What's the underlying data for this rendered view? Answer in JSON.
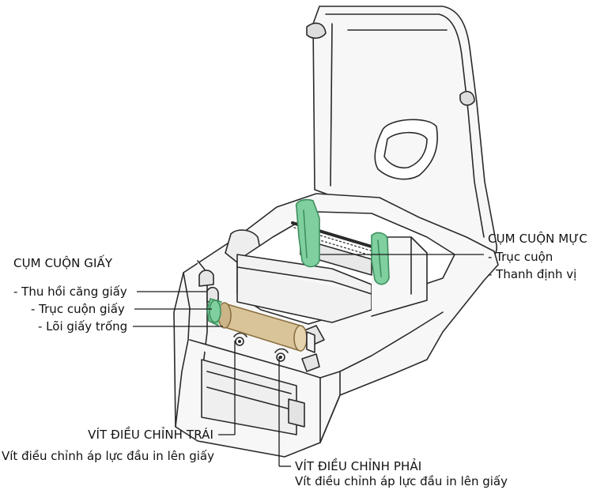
{
  "paper_group": {
    "title": "CỤM CUỘN GIẤY",
    "items": [
      "- Thu hồi căng giấy",
      "- Trục cuộn giấy",
      "- Lõi giấy trống"
    ]
  },
  "ribbon_group": {
    "title": "CỤM CUỘN MỰC",
    "items": [
      "- Trục cuộn",
      "- Thanh định vị"
    ]
  },
  "left_screw": {
    "title": "VÍT ĐIỀU CHỈNH TRÁI",
    "desc": "Vít điều chỉnh áp lực đầu in lên giấy"
  },
  "right_screw": {
    "title": "VÍT ĐIỀU CHỈNH PHẢI",
    "desc": "Vít điều chỉnh áp lực đầu in lên giấy"
  },
  "colors": {
    "line": "#2a2a2a",
    "body_fill": "#f7f7f7",
    "green_part": "#7fcf9f",
    "green_stroke": "#3f8f5f",
    "paper_core": "#d9c49a",
    "paper_core_stroke": "#8a6f3f"
  }
}
